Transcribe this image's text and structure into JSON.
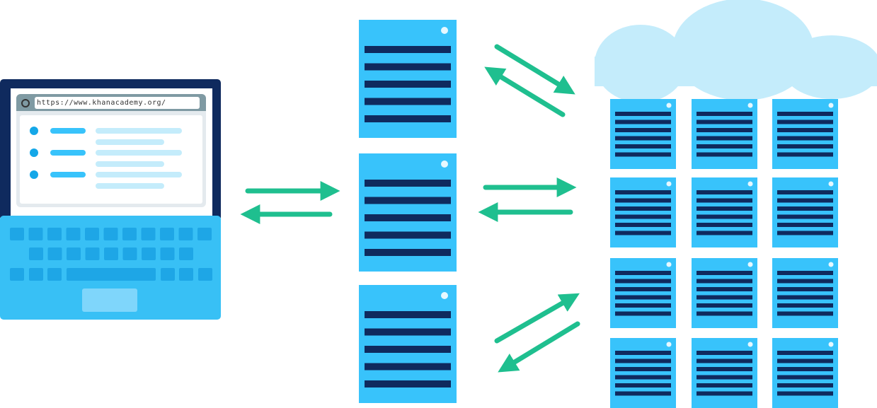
{
  "browser": {
    "url": "https://www.khanacademy.org/",
    "icon": "refresh-icon"
  },
  "colors": {
    "navy": "#0f2a5e",
    "server": "#38c3fb",
    "cloud": "#c4ecfb",
    "arrow": "#1fbf8f",
    "keyboard": "#38c0f5",
    "key": "#1ea6e6"
  },
  "diagram": {
    "client": "laptop",
    "middle_servers": 3,
    "cloud_servers": {
      "rows": 4,
      "cols": 3
    }
  }
}
